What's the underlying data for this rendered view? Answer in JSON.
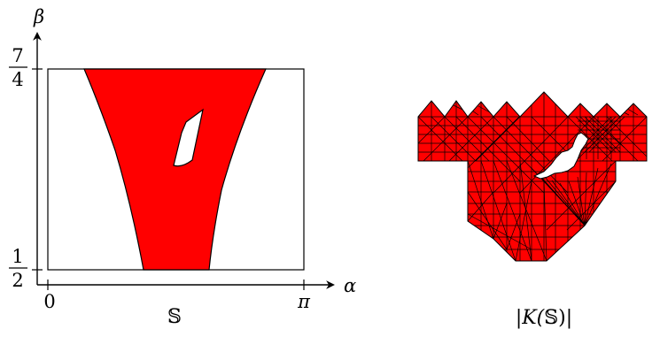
{
  "colors": {
    "fill": "#ff0000",
    "stroke": "#000000",
    "background": "#ffffff"
  },
  "left_plot": {
    "y_axis_label": "β",
    "x_axis_label": "α",
    "y_ticks": [
      {
        "numerator": "7",
        "denominator": "4"
      },
      {
        "numerator": "1",
        "denominator": "2"
      }
    ],
    "x_ticks": [
      "0",
      "π"
    ],
    "caption": "𝕊"
  },
  "right_plot": {
    "caption_prefix": "|K(",
    "caption_symbol": "𝕊",
    "caption_suffix": ")|"
  }
}
